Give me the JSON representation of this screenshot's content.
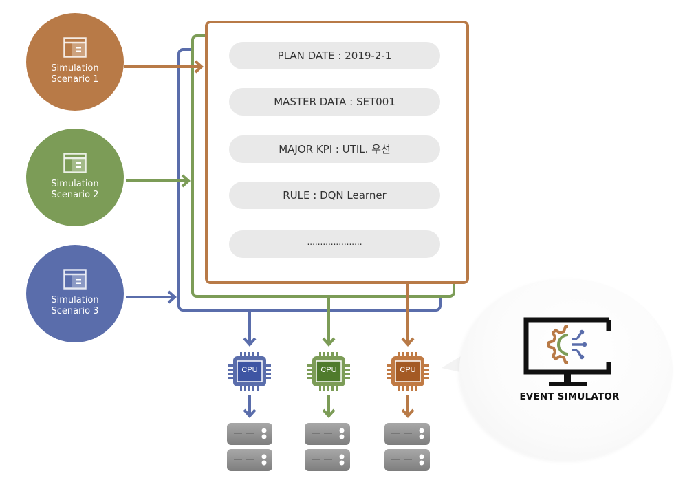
{
  "colors": {
    "scenario1": "#b87a47",
    "scenario2": "#7c9c57",
    "scenario3": "#5a6dab",
    "pill_bg": "#e9e9e9",
    "server": "#8f8f8f"
  },
  "scenarios": [
    {
      "label_line1": "Simulation",
      "label_line2": "Scenario 1",
      "icon": "window-icon"
    },
    {
      "label_line1": "Simulation",
      "label_line2": "Scenario 2",
      "icon": "window-icon"
    },
    {
      "label_line1": "Simulation",
      "label_line2": "Scenario 3",
      "icon": "window-icon"
    }
  ],
  "scenario_card": {
    "fields": [
      {
        "text": "PLAN DATE : 2019-2-1"
      },
      {
        "text": "MASTER DATA : SET001"
      },
      {
        "text": "MAJOR KPI : UTIL. 우선"
      },
      {
        "text": "RULE : DQN Learner"
      },
      {
        "text": "....................."
      }
    ]
  },
  "cpus": [
    {
      "label": "CPU"
    },
    {
      "label": "CPU"
    },
    {
      "label": "CPU"
    }
  ],
  "event_simulator": {
    "label": "EVENT SIMULATOR",
    "icon": "monitor-gear-icon"
  }
}
